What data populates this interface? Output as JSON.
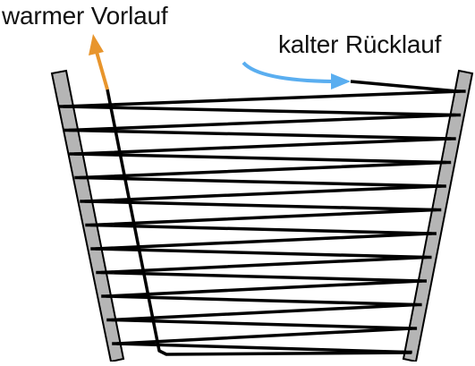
{
  "labels": {
    "supply": "warmer Vorlauf",
    "return": "kalter Rücklauf"
  },
  "colors": {
    "supply_arrow": "#e8952c",
    "return_arrow": "#5aaef0",
    "pipe": "#000000",
    "post_fill": "#b5b5b5",
    "post_stroke": "#000000"
  },
  "coil": {
    "turns": 11
  }
}
